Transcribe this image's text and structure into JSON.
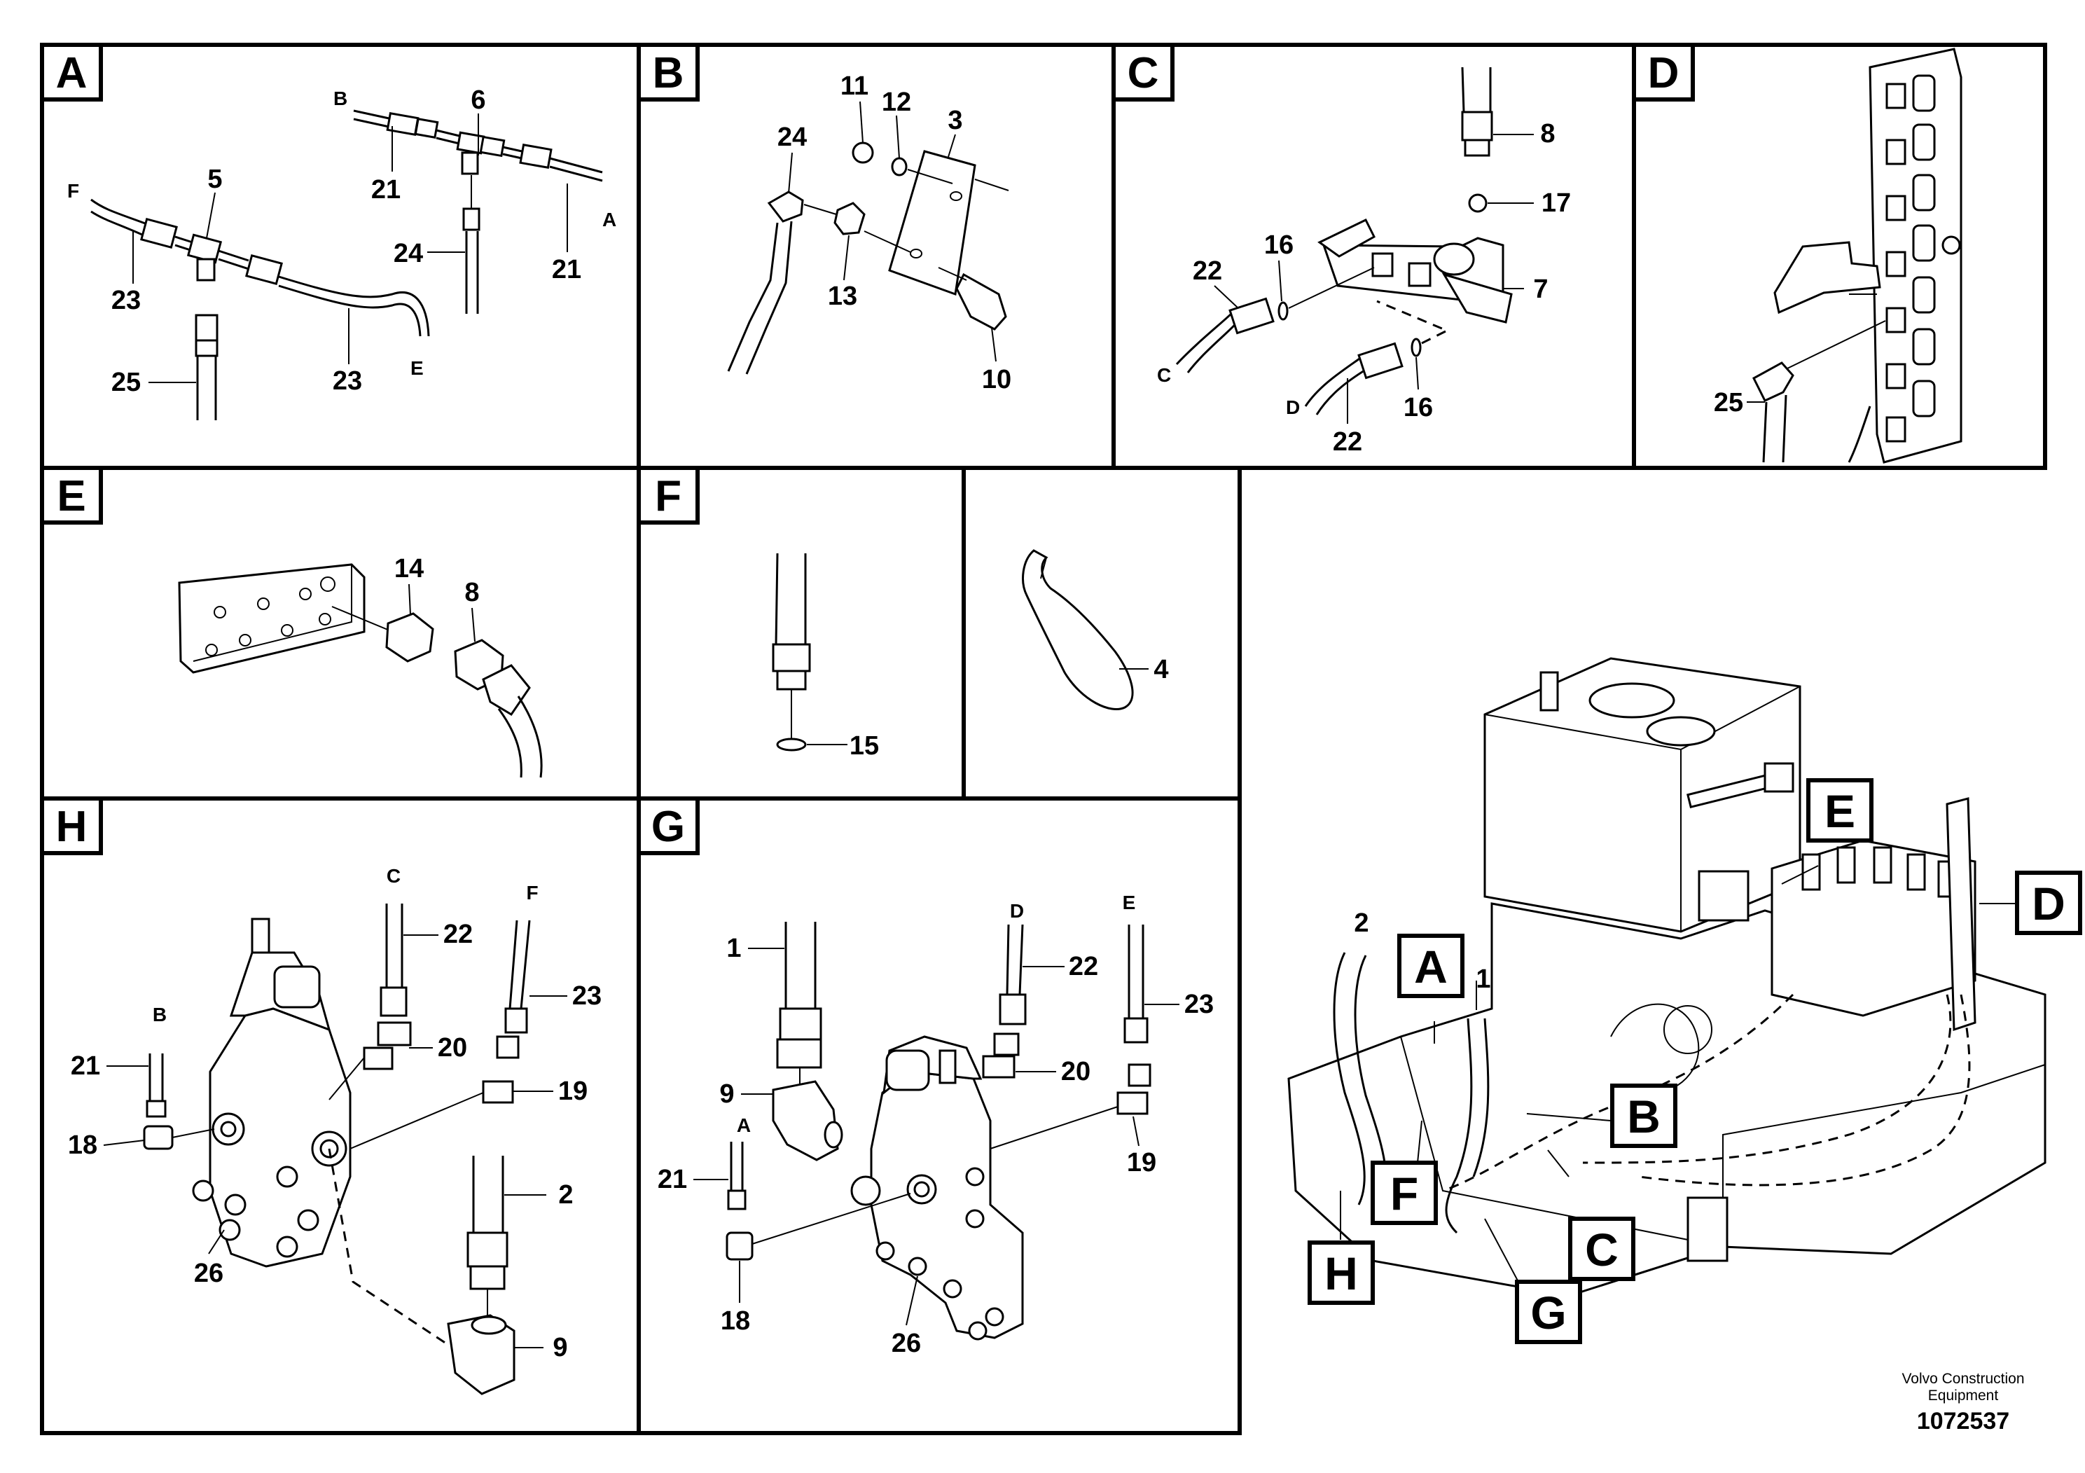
{
  "panels": {
    "A": {
      "letter": "A",
      "callouts": [
        "B",
        "6",
        "5",
        "F",
        "21",
        "24",
        "A",
        "21",
        "23",
        "23",
        "E",
        "25"
      ]
    },
    "B": {
      "letter": "B",
      "callouts": [
        "11",
        "12",
        "3",
        "24",
        "13",
        "10"
      ]
    },
    "C": {
      "letter": "C",
      "callouts": [
        "8",
        "17",
        "16",
        "22",
        "7",
        "C",
        "D",
        "22",
        "16"
      ]
    },
    "D": {
      "letter": "D",
      "callouts": [
        "25"
      ]
    },
    "E": {
      "letter": "E",
      "callouts": [
        "14",
        "8"
      ]
    },
    "F": {
      "letter": "F",
      "callouts": [
        "15",
        "4"
      ]
    },
    "H": {
      "letter": "H",
      "callouts": [
        "C",
        "22",
        "F",
        "23",
        "B",
        "20",
        "19",
        "21",
        "18",
        "2",
        "26",
        "9"
      ]
    },
    "G": {
      "letter": "G",
      "callouts": [
        "D",
        "1",
        "22",
        "E",
        "23",
        "20",
        "9",
        "A",
        "19",
        "21",
        "18",
        "26"
      ]
    }
  },
  "overview": {
    "labels": [
      "E",
      "D",
      "2",
      "A",
      "1",
      "B",
      "F",
      "C",
      "H",
      "G"
    ]
  },
  "watermark": {
    "line1": "Volvo Construction",
    "line2": "Equipment",
    "id": "1072537"
  }
}
